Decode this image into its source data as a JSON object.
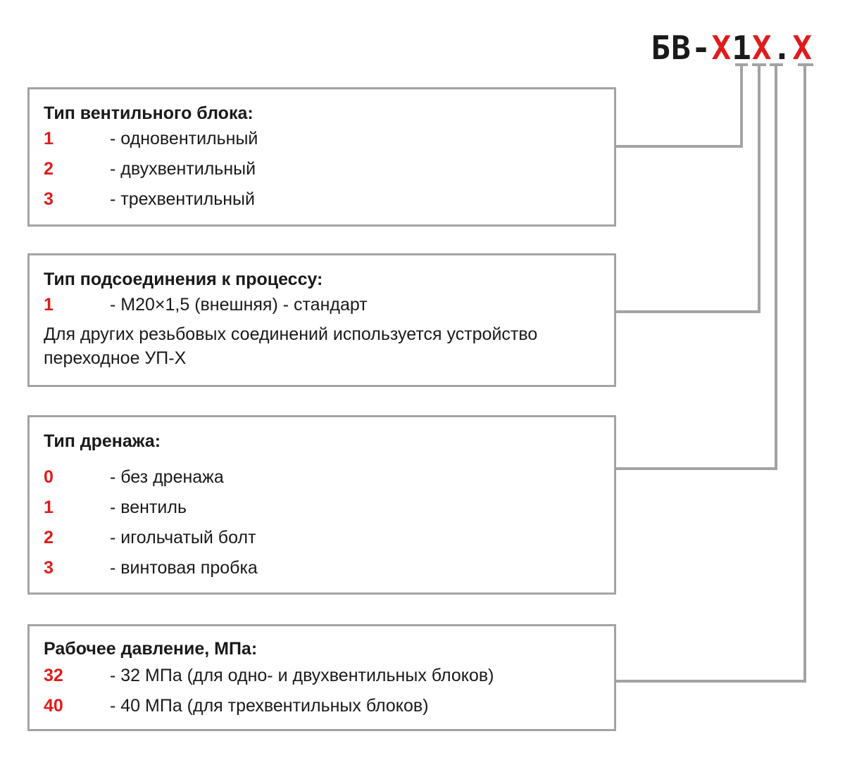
{
  "model_code": {
    "prefix": "БВ-",
    "x1": "X",
    "fixed1": "1",
    "x2": "X",
    "dot": ".",
    "x3": "X"
  },
  "colors": {
    "accent": "#e11b1b",
    "border": "#a3a3a3",
    "text": "#1a1a1a"
  },
  "blocks": [
    {
      "title": "Тип вентильного блока:",
      "items": [
        {
          "code": "1",
          "desc": "- одновентильный"
        },
        {
          "code": "2",
          "desc": "- двухвентильный"
        },
        {
          "code": "3",
          "desc": "- трехвентильный"
        }
      ]
    },
    {
      "title": "Тип подсоединения к процессу:",
      "items": [
        {
          "code": "1",
          "desc": "- М20×1,5 (внешняя) - стандарт"
        }
      ],
      "note": "Для других резьбовых соединений используется устройство переходное УП-Х"
    },
    {
      "title": "Тип дренажа:",
      "items": [
        {
          "code": "0",
          "desc": "- без дренажа"
        },
        {
          "code": "1",
          "desc": "- вентиль"
        },
        {
          "code": "2",
          "desc": "- игольчатый болт"
        },
        {
          "code": "3",
          "desc": "- винтовая пробка"
        }
      ]
    },
    {
      "title": "Рабочее давление, МПа:",
      "items": [
        {
          "code": "32",
          "desc": "- 32 МПа (для одно- и двухвентильных блоков)"
        },
        {
          "code": "40",
          "desc": "- 40 МПа (для трехвентильных блоков)"
        }
      ]
    }
  ]
}
